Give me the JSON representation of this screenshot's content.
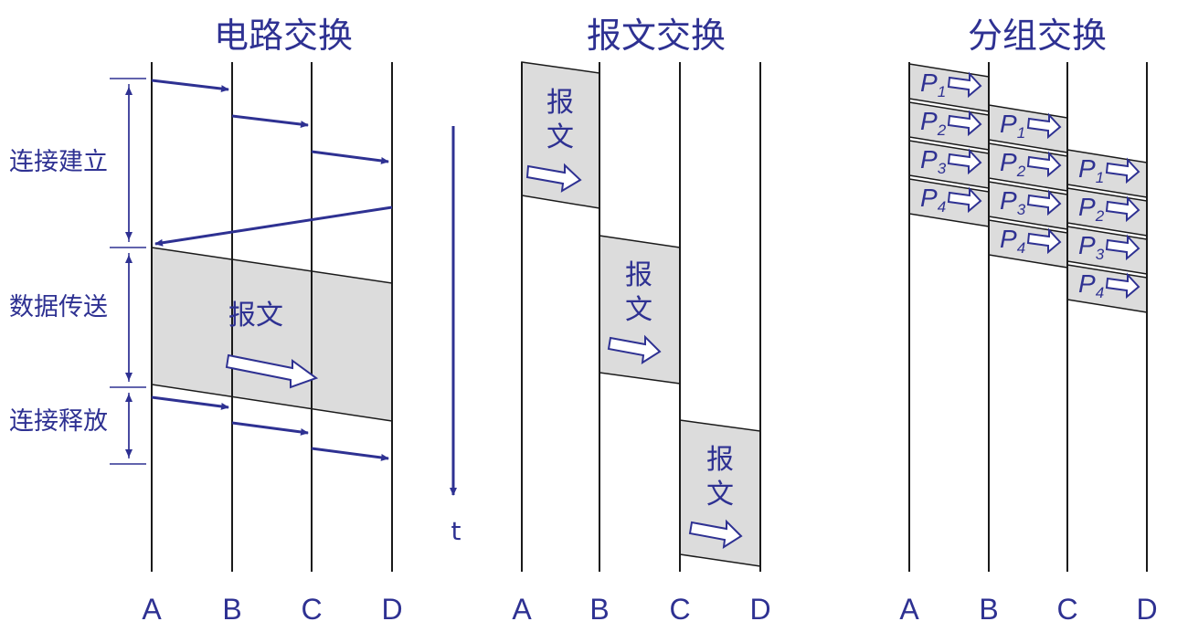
{
  "panels": {
    "circuit": {
      "title": "电路交换",
      "nodes": [
        "A",
        "B",
        "C",
        "D"
      ],
      "message": "报文"
    },
    "message": {
      "title": "报文交换",
      "nodes": [
        "A",
        "B",
        "C",
        "D"
      ],
      "message_top": "报",
      "message_bottom": "文"
    },
    "packet": {
      "title": "分组交换",
      "nodes": [
        "A",
        "B",
        "C",
        "D"
      ],
      "packet_letter": "P",
      "packet_subs": [
        "1",
        "2",
        "3",
        "4"
      ]
    }
  },
  "phases": {
    "setup": "连接建立",
    "transfer": "数据传送",
    "release": "连接释放"
  },
  "time_axis": {
    "label": "t"
  },
  "colors": {
    "ink": "#2e3192",
    "box": "#dcdcdc",
    "line": "#1a1a1a"
  }
}
